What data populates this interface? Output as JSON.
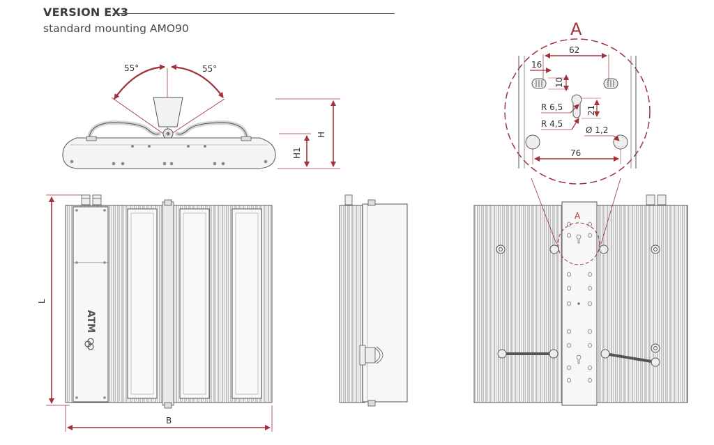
{
  "header": {
    "version_title": "VERSION EX3",
    "mounting_subtitle": "standard mounting AMO90"
  },
  "colors": {
    "dimension_red": "#a2313a",
    "line_gray": "#555555",
    "fill_light": "#f2f2f2",
    "fill_mid": "#dcdcdc"
  },
  "side_view": {
    "angle_left": "55°",
    "angle_right": "55°",
    "height_label": "H",
    "height1_label": "H1"
  },
  "front_view": {
    "length_label": "L",
    "width_label": "B",
    "logo_text": "ATM"
  },
  "rear_view": {
    "detail_marker": "A"
  },
  "detail_a": {
    "title": "A",
    "dim_top_spacing": "62",
    "dim_slot_offset": "16",
    "dim_slot_height": "10",
    "dim_keyhole_radius_large": "R 6,5",
    "dim_keyhole_radius_small": "R 4,5",
    "dim_keyhole_depth": "21",
    "dim_small_hole": "Ø 1,2",
    "dim_bottom_spacing": "76"
  }
}
